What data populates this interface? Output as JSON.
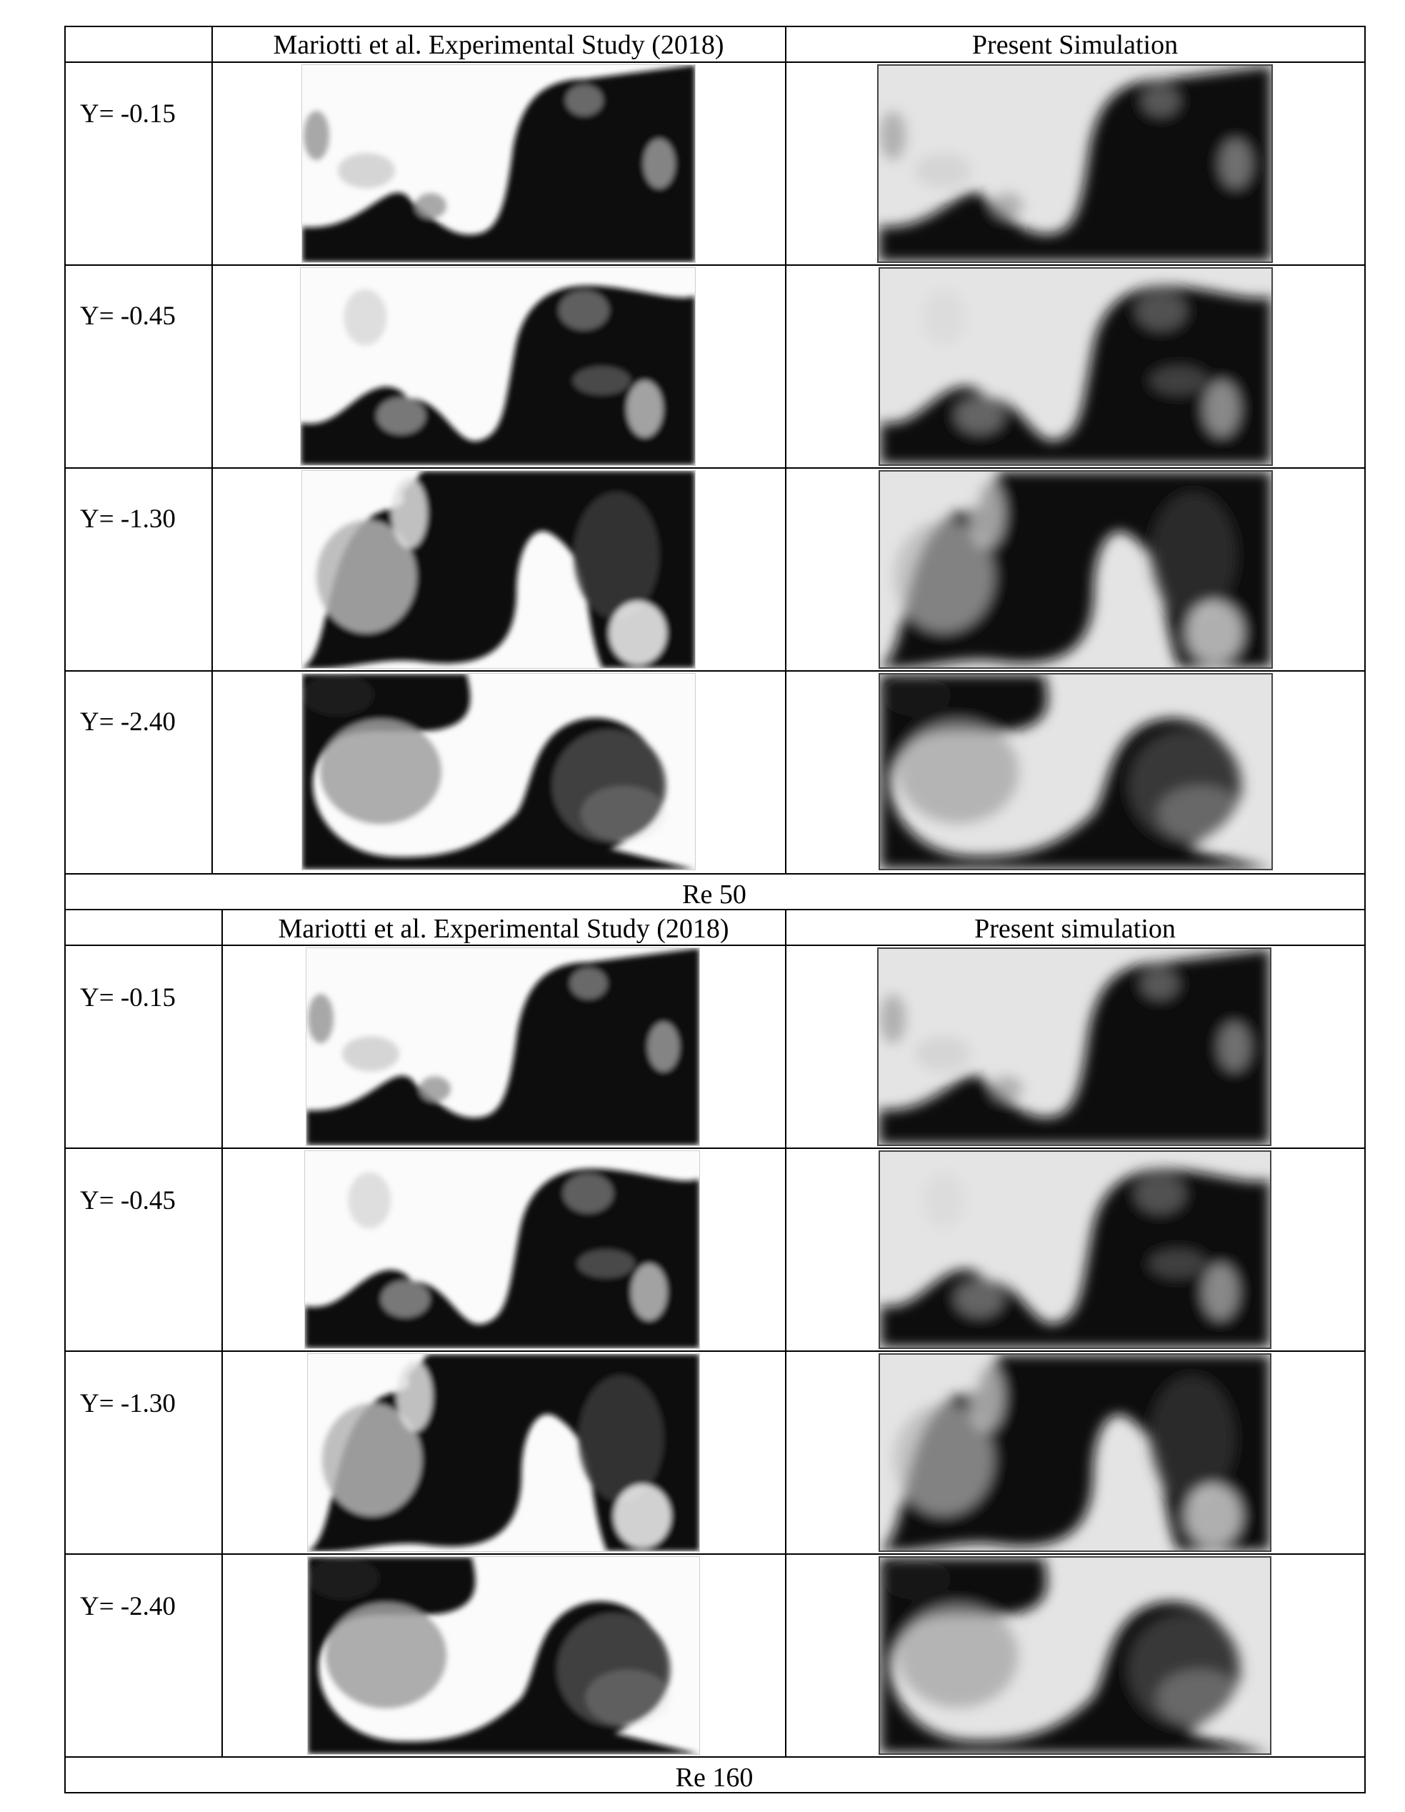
{
  "sections": [
    {
      "header_left": "Mariotti et al. Experimental Study (2018)",
      "header_right": "Present Simulation",
      "caption": "Re 50",
      "rows": [
        {
          "label": "Y= -0.15",
          "stage": 0
        },
        {
          "label": "Y= -0.45",
          "stage": 1
        },
        {
          "label": "Y= -1.30",
          "stage": 2
        },
        {
          "label": "Y= -2.40",
          "stage": 3
        }
      ]
    },
    {
      "header_left": "Mariotti et al. Experimental Study (2018)",
      "header_right": "Present simulation",
      "caption": "Re 160",
      "rows": [
        {
          "label": "Y= -0.15",
          "stage": 0
        },
        {
          "label": "Y= -0.45",
          "stage": 1
        },
        {
          "label": "Y= -1.30",
          "stage": 2
        },
        {
          "label": "Y= -2.40",
          "stage": 3
        }
      ]
    }
  ],
  "colors": {
    "dark_fluid": "#0d0d0d",
    "light_fluid_experiment": "#fbfbfb",
    "light_fluid_simulation": "#e4e4e4"
  }
}
